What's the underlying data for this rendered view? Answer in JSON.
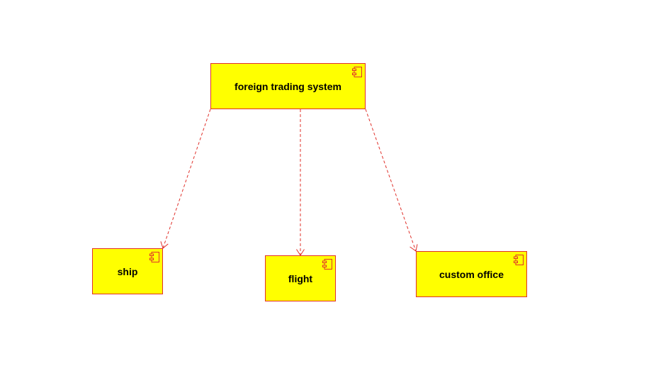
{
  "diagram": {
    "type": "uml-component-diagram",
    "colors": {
      "node_fill": "#ffff00",
      "node_border": "#e0302a",
      "edge": "#e0302a"
    },
    "nodes": [
      {
        "id": "fts",
        "label": "foreign trading system",
        "icon": "component-icon"
      },
      {
        "id": "ship",
        "label": "ship",
        "icon": "component-icon"
      },
      {
        "id": "flight",
        "label": "flight",
        "icon": "component-icon"
      },
      {
        "id": "custom",
        "label": "custom office",
        "icon": "component-icon"
      }
    ],
    "edges": [
      {
        "from": "fts",
        "to": "ship",
        "style": "dashed",
        "arrow": "open"
      },
      {
        "from": "fts",
        "to": "flight",
        "style": "dashed",
        "arrow": "open"
      },
      {
        "from": "fts",
        "to": "custom",
        "style": "dashed",
        "arrow": "open"
      }
    ]
  }
}
